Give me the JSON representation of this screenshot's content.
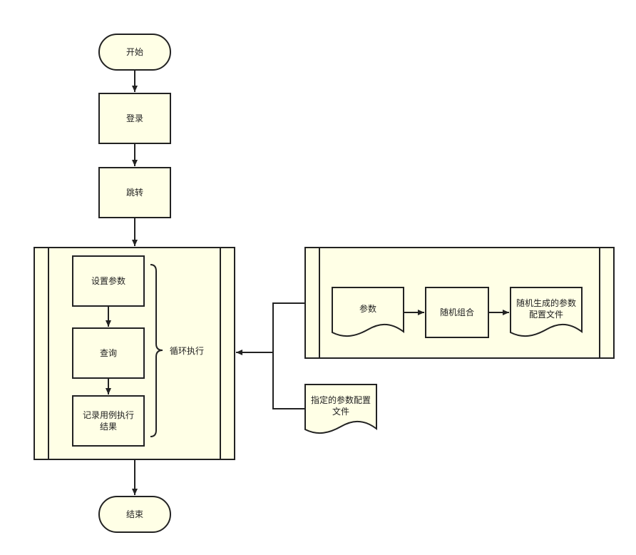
{
  "colors": {
    "fill": "#ffffe6",
    "stroke": "#222222",
    "text": "#222222"
  },
  "nodes": {
    "start": "开始",
    "login": "登录",
    "redirect": "跳转",
    "set_params": "设置参数",
    "query": "查询",
    "record_results": "记录用例执行结果",
    "loop_label": "循环执行",
    "end": "结束",
    "params_doc": "参数",
    "random_combine": "随机组合",
    "random_config_doc": "随机生成的参数配置文件",
    "specified_config_doc": "指定的参数配置文件"
  }
}
